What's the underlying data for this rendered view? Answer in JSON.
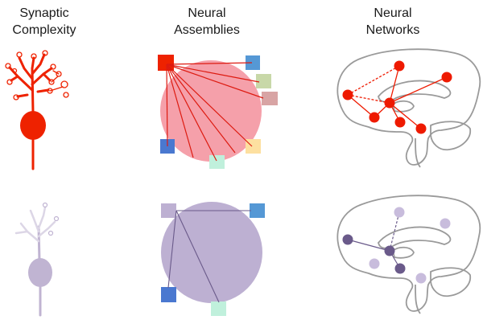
{
  "columns": [
    {
      "line1": "Synaptic",
      "line2": "Complexity"
    },
    {
      "line1": "Neural",
      "line2": "Assemblies"
    },
    {
      "line1": "Neural",
      "line2": "Networks"
    }
  ],
  "colors": {
    "active_neuron": "#ee2200",
    "faded_neuron": "#c0b4d2",
    "faded_neuron_light": "#dcd6e6",
    "assembly_active_fill": "#f5a0aa",
    "assembly_faded_fill": "#bdb0d2",
    "brain_outline": "#9a9a9a",
    "network_active_node": "#ee1a00",
    "network_faded_node_dark": "#6a5a8a",
    "network_faded_node_light": "#c8bcdc",
    "square_red": "#ee2200",
    "square_blue": "#5598d5",
    "square_green": "#c8d8a8",
    "square_rose": "#d8a4a4",
    "square_dark_blue": "#4a78d0",
    "square_mint": "#c0f0dc",
    "square_yellow": "#fde0a0",
    "square_lavender": "#bdb0d2"
  },
  "icons": [
    "neuron-icon",
    "assembly-circle-icon",
    "brain-network-icon"
  ]
}
